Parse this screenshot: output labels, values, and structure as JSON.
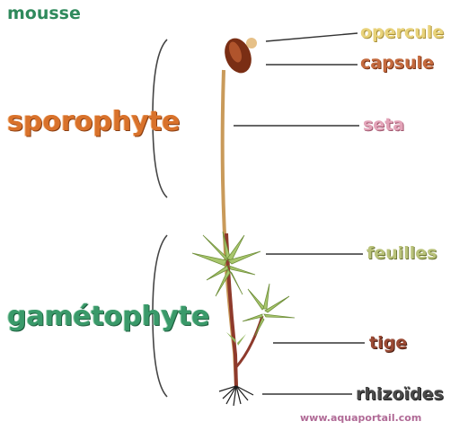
{
  "title": "mousse",
  "groups": {
    "sporophyte": "sporophyte",
    "gametophyte": "gamétophyte"
  },
  "labels": {
    "opercule": "opercule",
    "capsule": "capsule",
    "seta": "seta",
    "feuilles": "feuilles",
    "tige": "tige",
    "rhizoides": "rhizoïdes"
  },
  "watermark": "www.aquaportail.com",
  "colors": {
    "title": "#2f8a5c",
    "sporophyte": "#d9722b",
    "gametophyte": "#3a9a6a",
    "opercule": "#e8d27a",
    "capsule": "#c46a3e",
    "seta": "#e3a3b8",
    "feuilles": "#b9c27a",
    "tige": "#9a4a34",
    "rhizoides": "#4a4a4a"
  }
}
